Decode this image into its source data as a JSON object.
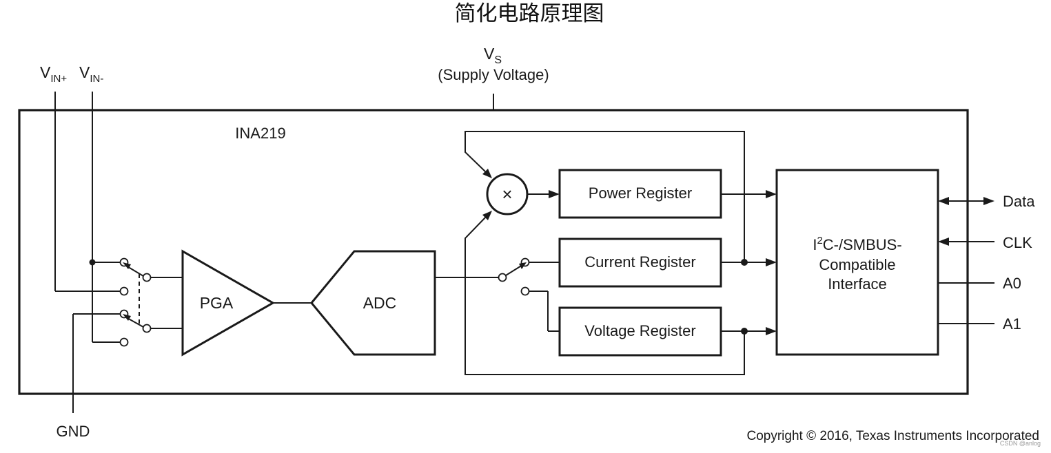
{
  "title": "简化电路原理图",
  "supply": {
    "main": "V",
    "sub": "S",
    "caption": "(Supply Voltage)"
  },
  "inputs": {
    "vin_plus": {
      "main": "V",
      "sub": "IN+"
    },
    "vin_minus": {
      "main": "V",
      "sub": "IN-"
    },
    "gnd": "GND"
  },
  "chip_name": "INA219",
  "blocks": {
    "pga": "PGA",
    "adc": "ADC",
    "multiplier": "×",
    "power_register": "Power Register",
    "current_register": "Current Register",
    "voltage_register": "Voltage Register",
    "interface": {
      "line1_main": "I",
      "line1_sup": "2",
      "line1_rest": "C-/SMBUS-",
      "line2": "Compatible",
      "line3": "Interface"
    }
  },
  "pins": {
    "data": "Data",
    "clk": "CLK",
    "a0": "A0",
    "a1": "A1"
  },
  "copyright": "Copyright © 2016, Texas Instruments Incorporated",
  "watermark": "CSDN @anlog"
}
